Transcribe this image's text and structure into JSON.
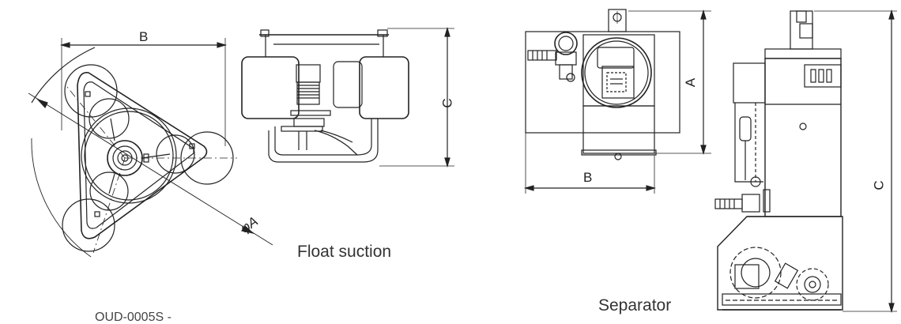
{
  "float_suction": {
    "caption": "Float suction",
    "dim_a": "φA",
    "dim_b": "B",
    "dim_c": "C"
  },
  "separator": {
    "caption": "Separator",
    "dim_a": "A",
    "dim_b": "B",
    "dim_c": "C"
  },
  "footer_code": "OUD-0005S -"
}
